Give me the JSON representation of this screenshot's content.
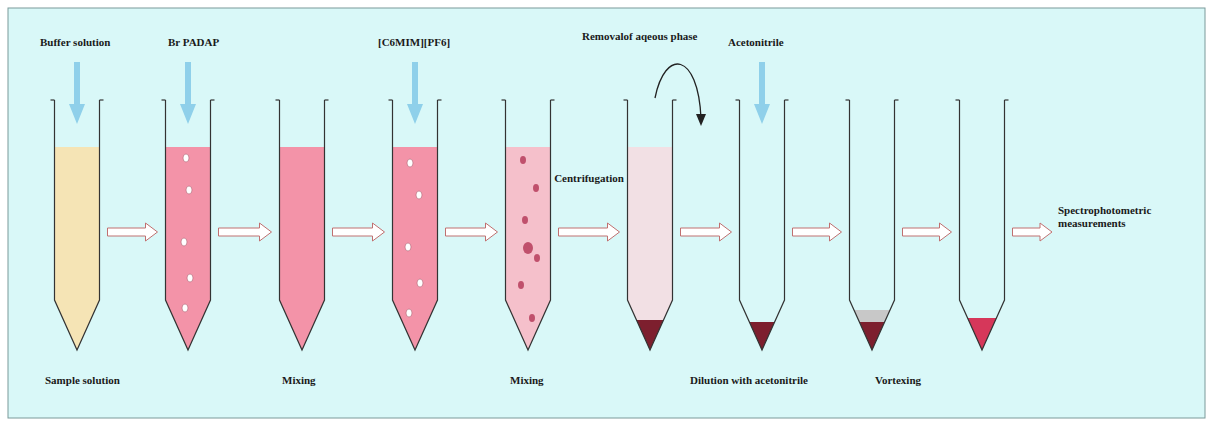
{
  "diagram": {
    "labels": [
      "Buffer solution",
      "Br PADAP",
      "[C6MIM][PF6]",
      "Removalof aqeous phase",
      "Acetonitrile",
      "Sample solution",
      "Mixing",
      "Mixing",
      "Centrifugation",
      "Dilution with acetonitrile",
      "Vortexing",
      "Spectrophotometric measurements"
    ]
  }
}
